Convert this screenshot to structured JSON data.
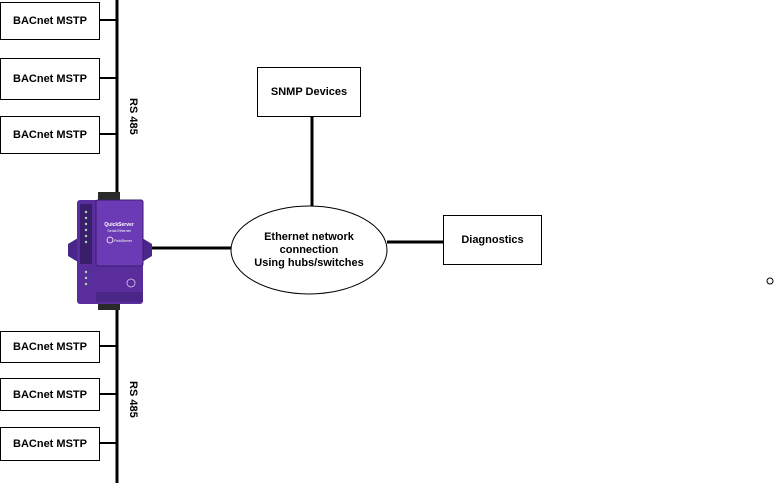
{
  "top_devices": [
    "BACnet MSTP",
    "BACnet MSTP",
    "BACnet MSTP"
  ],
  "bottom_devices": [
    "BACnet MSTP",
    "BACnet MSTP",
    "BACnet MSTP"
  ],
  "bus_labels": {
    "top": "RS 485",
    "bottom": "RS 485"
  },
  "gateway": {
    "brand_text": "QuickServer",
    "sub_text": "Serial Ethernet",
    "maker_text": "FieldServer"
  },
  "network": {
    "lines": [
      "Ethernet network",
      "connection",
      "Using hubs/switches"
    ]
  },
  "snmp": {
    "label": "SNMP Devices"
  },
  "diagnostics": {
    "label": "Diagnostics"
  },
  "colors": {
    "device_purple": "#5a2d9c",
    "device_dark": "#3b1d6e",
    "line": "#000000"
  }
}
